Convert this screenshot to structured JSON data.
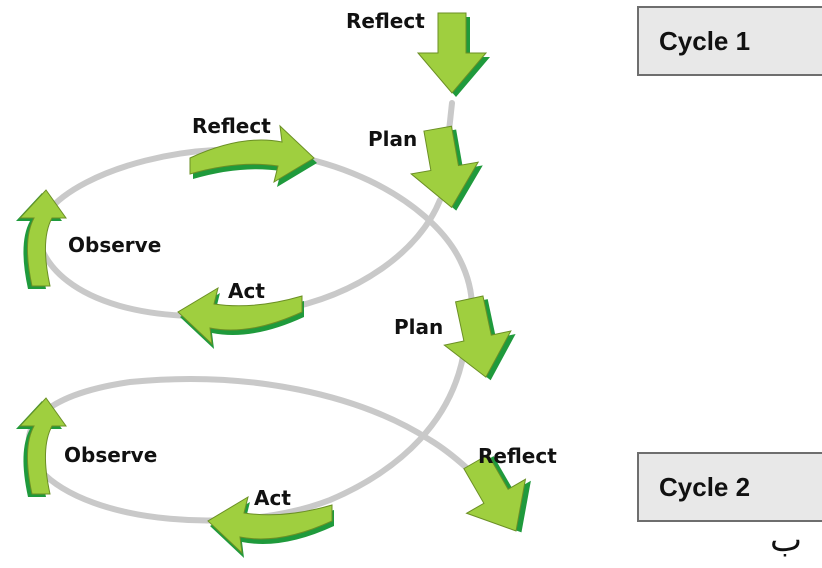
{
  "diagram": {
    "stages": [
      {
        "id": "top-reflect",
        "label": "Reflect"
      },
      {
        "id": "c1-plan",
        "label": "Plan"
      },
      {
        "id": "c1-reflect",
        "label": "Reflect"
      },
      {
        "id": "c1-observe",
        "label": "Observe"
      },
      {
        "id": "c1-act",
        "label": "Act"
      },
      {
        "id": "c2-plan",
        "label": "Plan"
      },
      {
        "id": "c2-observe",
        "label": "Observe"
      },
      {
        "id": "c2-act",
        "label": "Act"
      },
      {
        "id": "c2-reflect",
        "label": "Reflect"
      }
    ]
  },
  "cycles": [
    {
      "label": "Cycle 1"
    },
    {
      "label": "Cycle 2"
    }
  ],
  "footer": {
    "char": "ب"
  },
  "colors": {
    "arrow_fill": "#9fcf3f",
    "arrow_shadow": "#1f9a3c",
    "loop_stroke": "#c9c9c9"
  }
}
